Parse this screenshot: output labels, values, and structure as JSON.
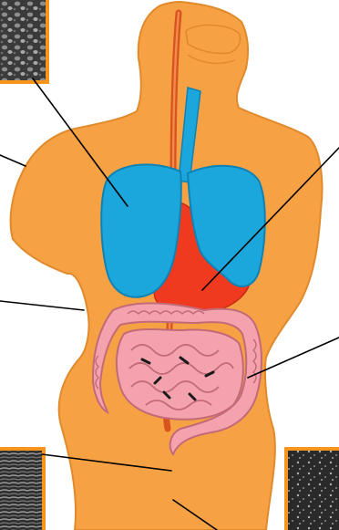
{
  "colors": {
    "body": "#f7a145",
    "body_outline": "#e08a2c",
    "lung": "#1ba6dc",
    "lung_outline": "#0e82b4",
    "trachea": "#1ba6dc",
    "esophagus": "#d9531e",
    "stomach": "#f03a1f",
    "small_intestine": "#f4a3ae",
    "large_intestine": "#f4a3ae",
    "intestine_outline": "#c36a78",
    "thumbnail_frame": "#f7941d",
    "leader_line": "#000000"
  },
  "organs": [
    "lungs",
    "trachea",
    "esophagus",
    "stomach",
    "small-intestine",
    "large-intestine"
  ],
  "thumbnails": [
    "top-left-micrograph",
    "bottom-left-micrograph",
    "bottom-right-micrograph"
  ]
}
